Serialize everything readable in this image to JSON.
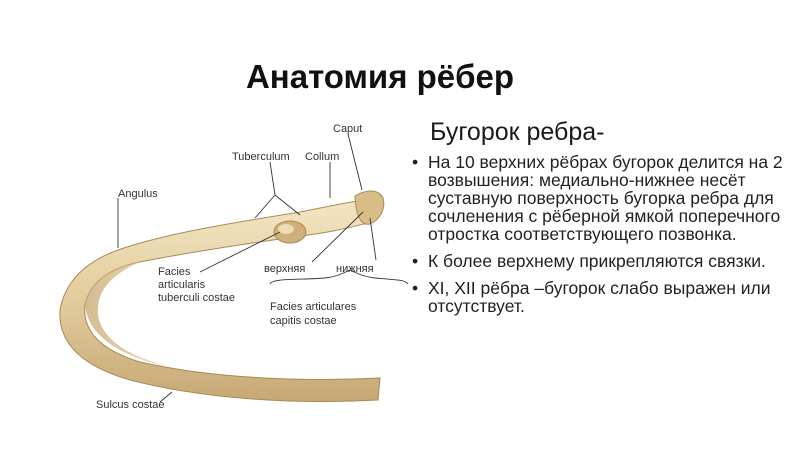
{
  "slide": {
    "title": "Анатомия рёбер",
    "heading": "Бугорок ребра-",
    "bullets": [
      "На 10 верхних рёбрах бугорок делится на 2 возвышения: медиально-нижнее несёт суставную поверхность бугорка ребра для сочленения с рёберной ямкой поперечного отростка соответствующего позвонка.",
      "К более верхнему прикрепляются связки.",
      "XI, XII рёбра –бугорок слабо выражен или отсутствует."
    ],
    "bullet_symbol": "•"
  },
  "figure_labels": {
    "caput": "Caput",
    "tuberculum": "Tuberculum",
    "collum": "Collum",
    "angulus": "Angulus",
    "facies_articularis_1": "Facies",
    "facies_articularis_2": "articularis",
    "facies_articularis_3": "tuberculi costae",
    "verkhnyaya": "верхняя",
    "nizhnyaya": "нижняя",
    "facies_articulares_1": "Facies articulares",
    "facies_articulares_2": "capitis costae",
    "sulcus_costae": "Sulcus costae"
  },
  "colors": {
    "bone_light": "#f1e2bc",
    "bone_mid": "#dcc491",
    "bone_dark": "#b99a62",
    "label_line": "#333333"
  }
}
